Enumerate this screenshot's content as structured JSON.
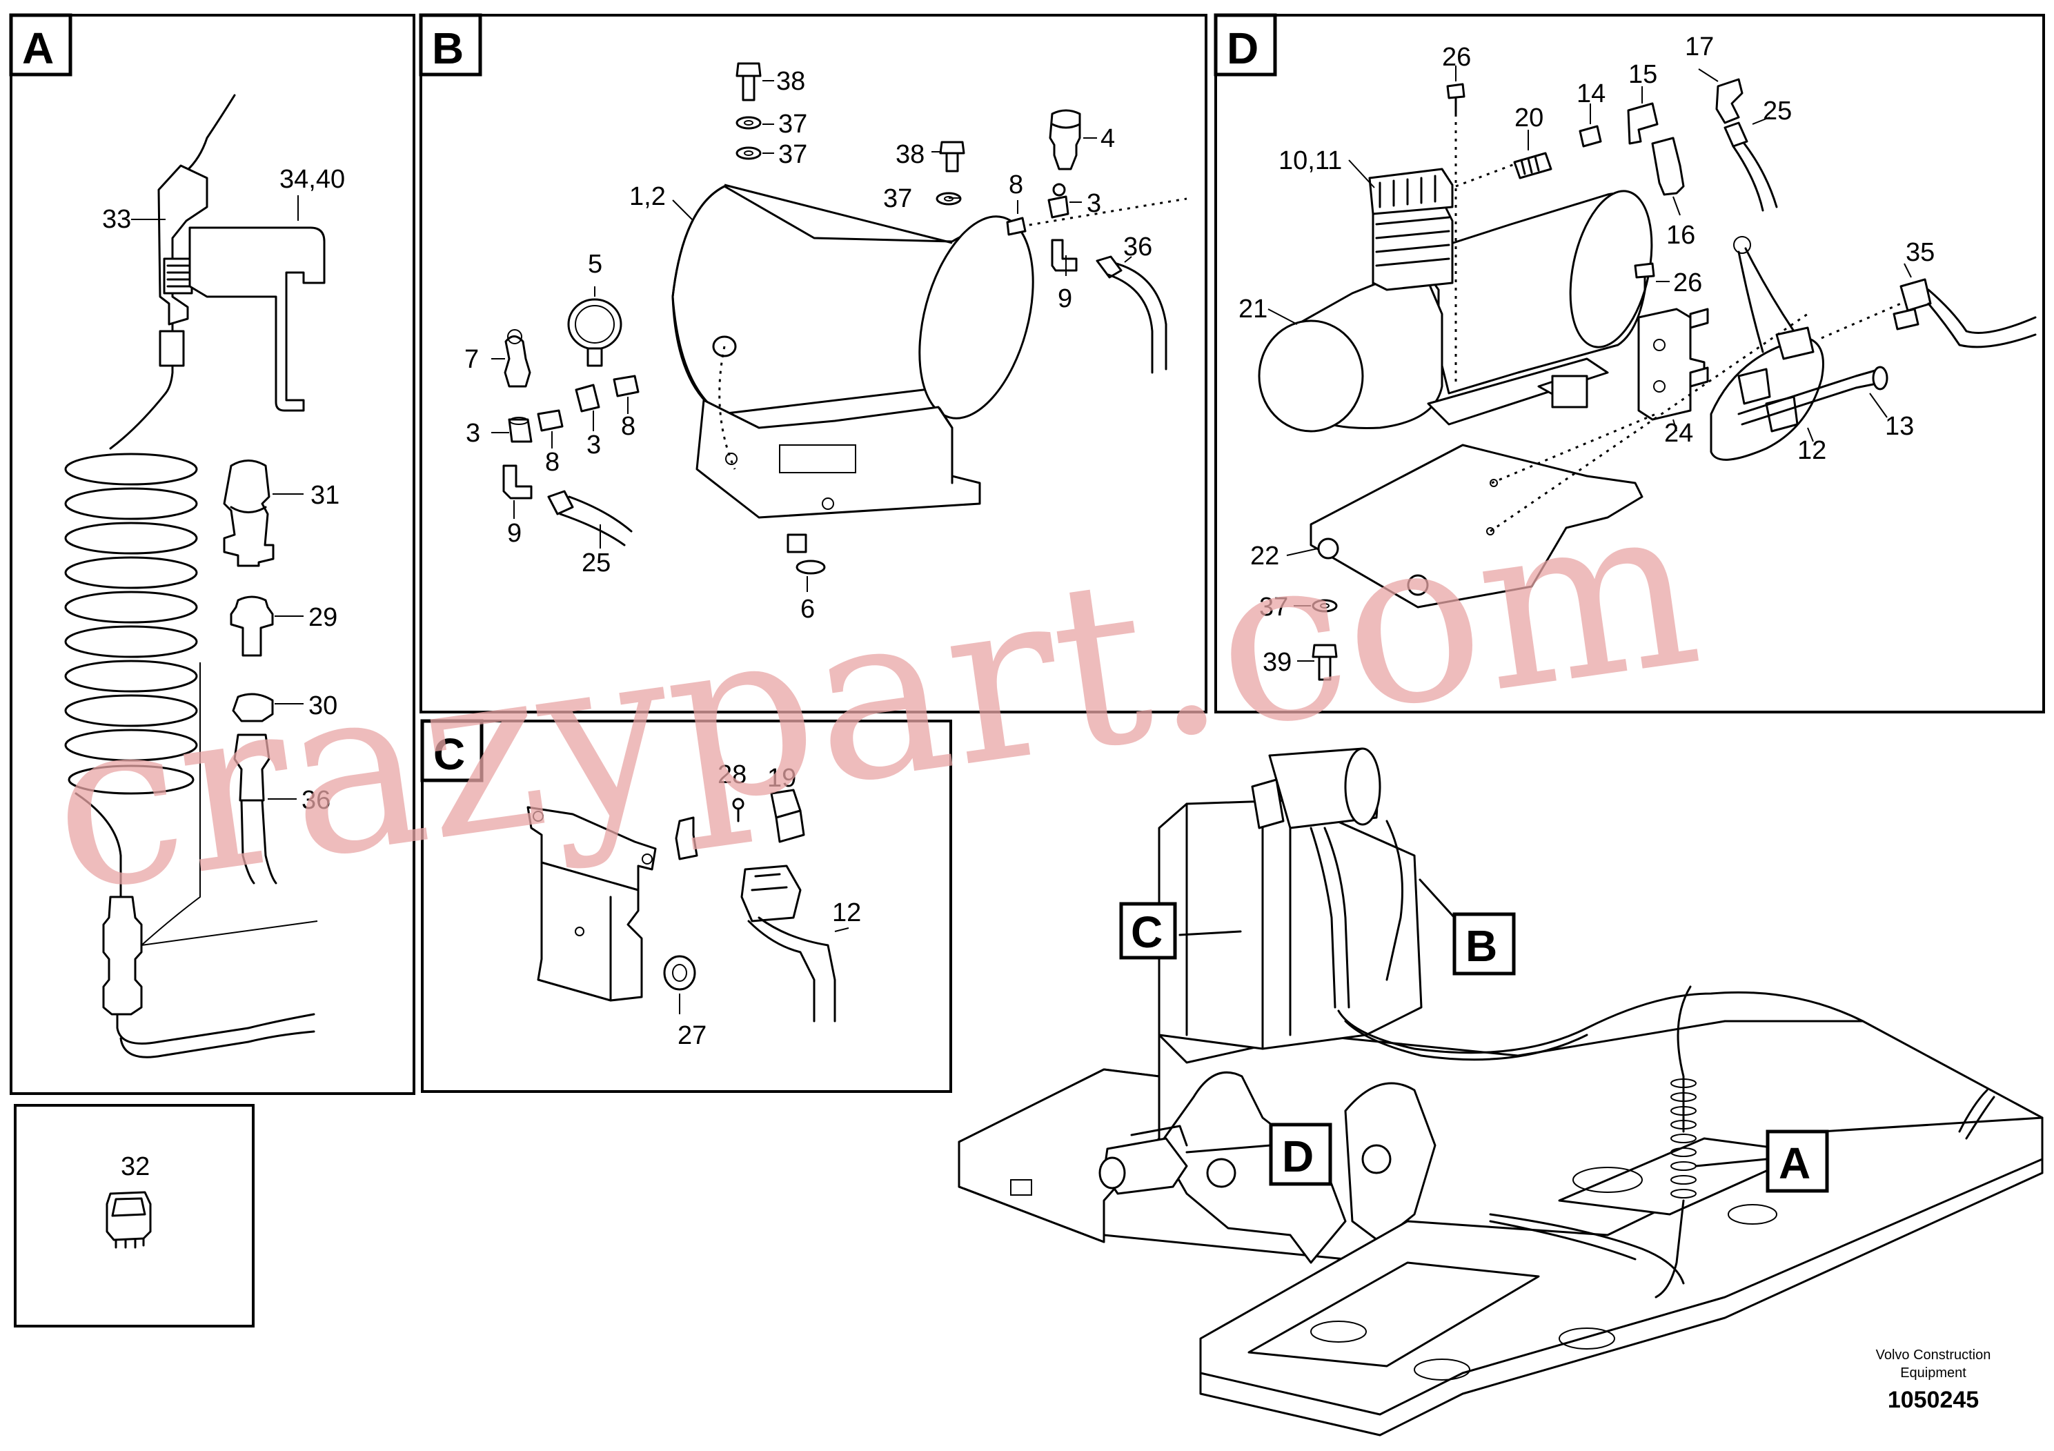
{
  "sections": [
    "A",
    "B",
    "C",
    "D"
  ],
  "callouts": {
    "a_33": "33",
    "a_34_40": "34,40",
    "a_31": "31",
    "a_29": "29",
    "a_30": "30",
    "a_36": "36",
    "a_32": "32",
    "b_38a": "38",
    "b_37a": "37",
    "b_37b": "37",
    "b_38b": "38",
    "b_37c": "37",
    "b_4": "4",
    "b_8a": "8",
    "b_3a": "3",
    "b_1_2": "1,2",
    "b_5": "5",
    "b_36": "36",
    "b_9a": "9",
    "b_7": "7",
    "b_3b": "3",
    "b_8b": "8",
    "b_3c": "3",
    "b_8c": "8",
    "b_9b": "9",
    "b_25": "25",
    "b_6": "6",
    "c_28": "28",
    "c_19": "19",
    "c_12": "12",
    "c_27": "27",
    "d_26a": "26",
    "d_20": "20",
    "d_14": "14",
    "d_15": "15",
    "d_17": "17",
    "d_25": "25",
    "d_10_11": "10,11",
    "d_16": "16",
    "d_26b": "26",
    "d_35": "35",
    "d_21": "21",
    "d_24": "24",
    "d_13": "13",
    "d_12": "12",
    "d_22": "22",
    "d_37": "37",
    "d_39": "39"
  },
  "overview_tags": [
    "A",
    "B",
    "C",
    "D"
  ],
  "footer": {
    "company": "Volvo Construction",
    "company2": "Equipment",
    "part_number": "1050245"
  },
  "watermark": "crazypart.com"
}
